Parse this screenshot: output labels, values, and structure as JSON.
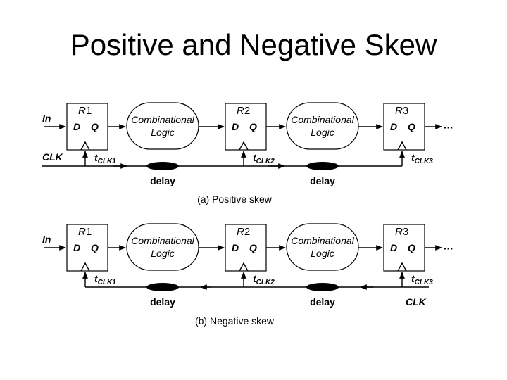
{
  "title": "Positive and Negative Skew",
  "registers": [
    {
      "letter": "R",
      "number": "1"
    },
    {
      "letter": "R",
      "number": "2"
    },
    {
      "letter": "R",
      "number": "3"
    }
  ],
  "pins": {
    "d": "D",
    "q": "Q"
  },
  "logic_blocks": [
    {
      "line1": "Combinational",
      "line2": "Logic"
    },
    {
      "line1": "Combinational",
      "line2": "Logic"
    }
  ],
  "input_label": "In",
  "clock_label": "CLK",
  "delay_label": "delay",
  "clock_taps": [
    {
      "t": "t",
      "sub": "CLK1"
    },
    {
      "t": "t",
      "sub": "CLK2"
    },
    {
      "t": "t",
      "sub": "CLK3"
    }
  ],
  "ellipsis": "···",
  "captions": {
    "a": "(a) Positive skew",
    "b": "(b) Negative skew"
  }
}
